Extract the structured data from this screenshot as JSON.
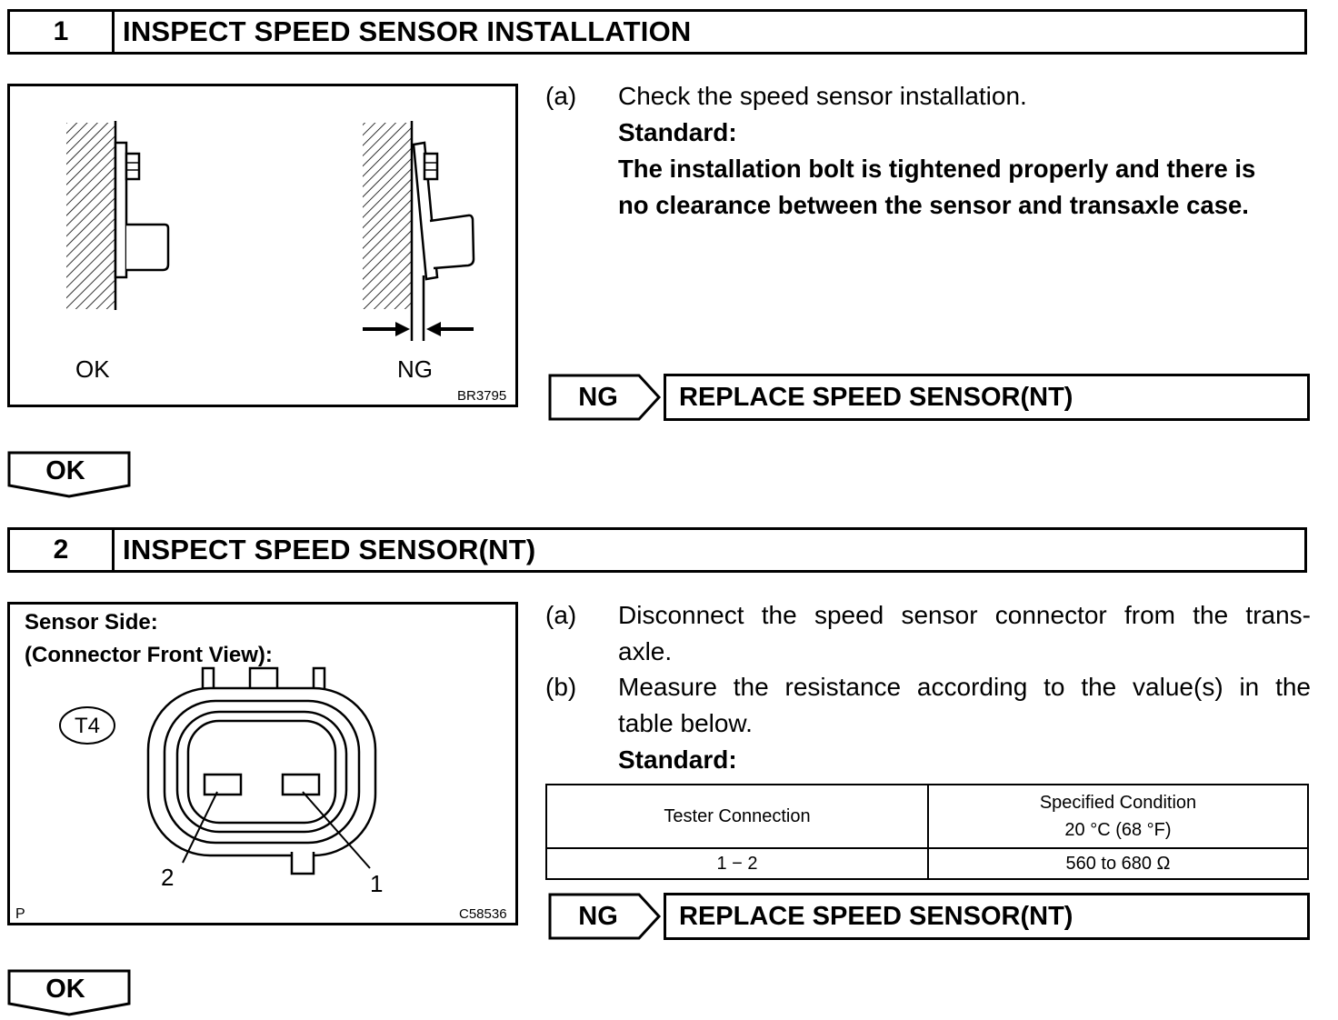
{
  "step1": {
    "number": "1",
    "title": "INSPECT SPEED SENSOR INSTALLATION",
    "figure": {
      "ok_label": "OK",
      "ng_label": "NG",
      "code": "BR3795"
    },
    "a_label": "(a)",
    "a_text": "Check the speed sensor installation.",
    "standard_label": "Standard:",
    "standard_line1": "The installation bolt is tightened properly and there is",
    "standard_line2": "no clearance between the sensor and transaxle case.",
    "ng": {
      "label": "NG",
      "action": "REPLACE SPEED SENSOR(NT)"
    },
    "ok_button": "OK"
  },
  "step2": {
    "number": "2",
    "title": "INSPECT SPEED SENSOR(NT)",
    "figure": {
      "line1": "Sensor Side:",
      "line2": "(Connector Front View):",
      "connector": "T4",
      "pin2": "2",
      "pin1": "1",
      "corner": "P",
      "code": "C58536"
    },
    "a_label": "(a)",
    "a_line1": "Disconnect the speed sensor connector from the trans-",
    "a_line2": "axle.",
    "b_label": "(b)",
    "b_line1": "Measure the resistance according to the value(s) in the",
    "b_line2": "table below.",
    "standard_label": "Standard:",
    "table": {
      "col1_header": "Tester Connection",
      "col2_header_line1": "Specified Condition",
      "col2_header_line2": "20 °C (68 °F)",
      "row_connection": "1 − 2",
      "row_condition": "560 to 680 Ω"
    },
    "ng": {
      "label": "NG",
      "action": "REPLACE SPEED SENSOR(NT)"
    },
    "ok_button": "OK"
  }
}
